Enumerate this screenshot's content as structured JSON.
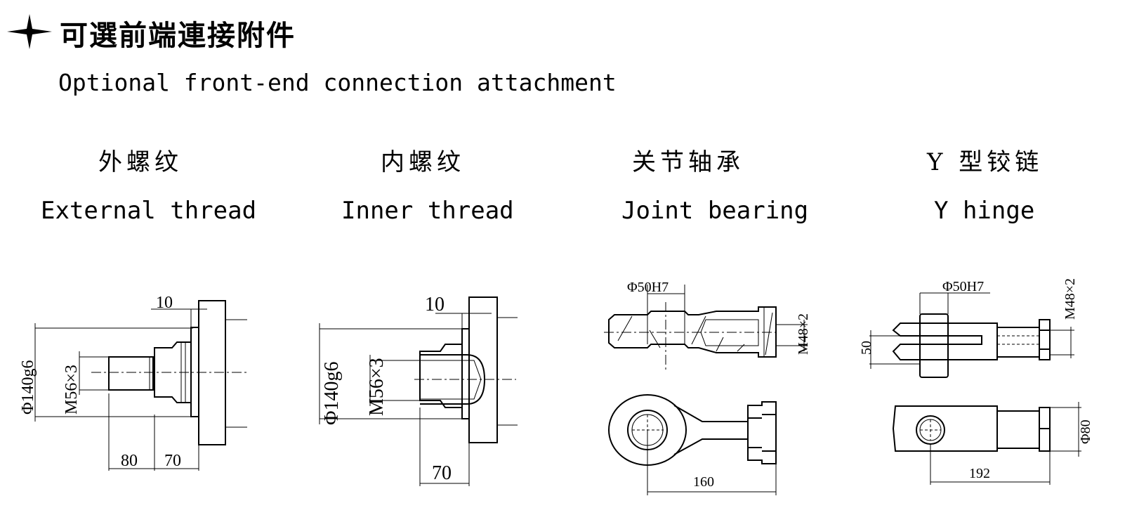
{
  "header": {
    "icon": "four-point-star-icon",
    "title_cn": "可選前端連接附件",
    "title_en": "Optional front-end connection attachment"
  },
  "attachments": [
    {
      "name_cn": "外螺纹",
      "name_en": "External thread",
      "dims": {
        "flange": "Φ140g6",
        "thread": "M56×3",
        "step": "10",
        "len1": "80",
        "len2": "70"
      }
    },
    {
      "name_cn": "内螺纹",
      "name_en": "Inner thread",
      "dims": {
        "flange": "Φ140g6",
        "thread": "M56×3",
        "step": "10",
        "len": "70"
      }
    },
    {
      "name_cn": "关节轴承",
      "name_en": "Joint bearing",
      "dims": {
        "bore": "Φ50H7",
        "thread": "M48×2",
        "len": "160"
      }
    },
    {
      "name_cn": "Y 型铰链",
      "name_en": "Y hinge",
      "dims": {
        "bore": "Φ50H7",
        "thread": "M48×2",
        "gap": "50",
        "dia": "Φ80",
        "len": "192"
      }
    }
  ]
}
